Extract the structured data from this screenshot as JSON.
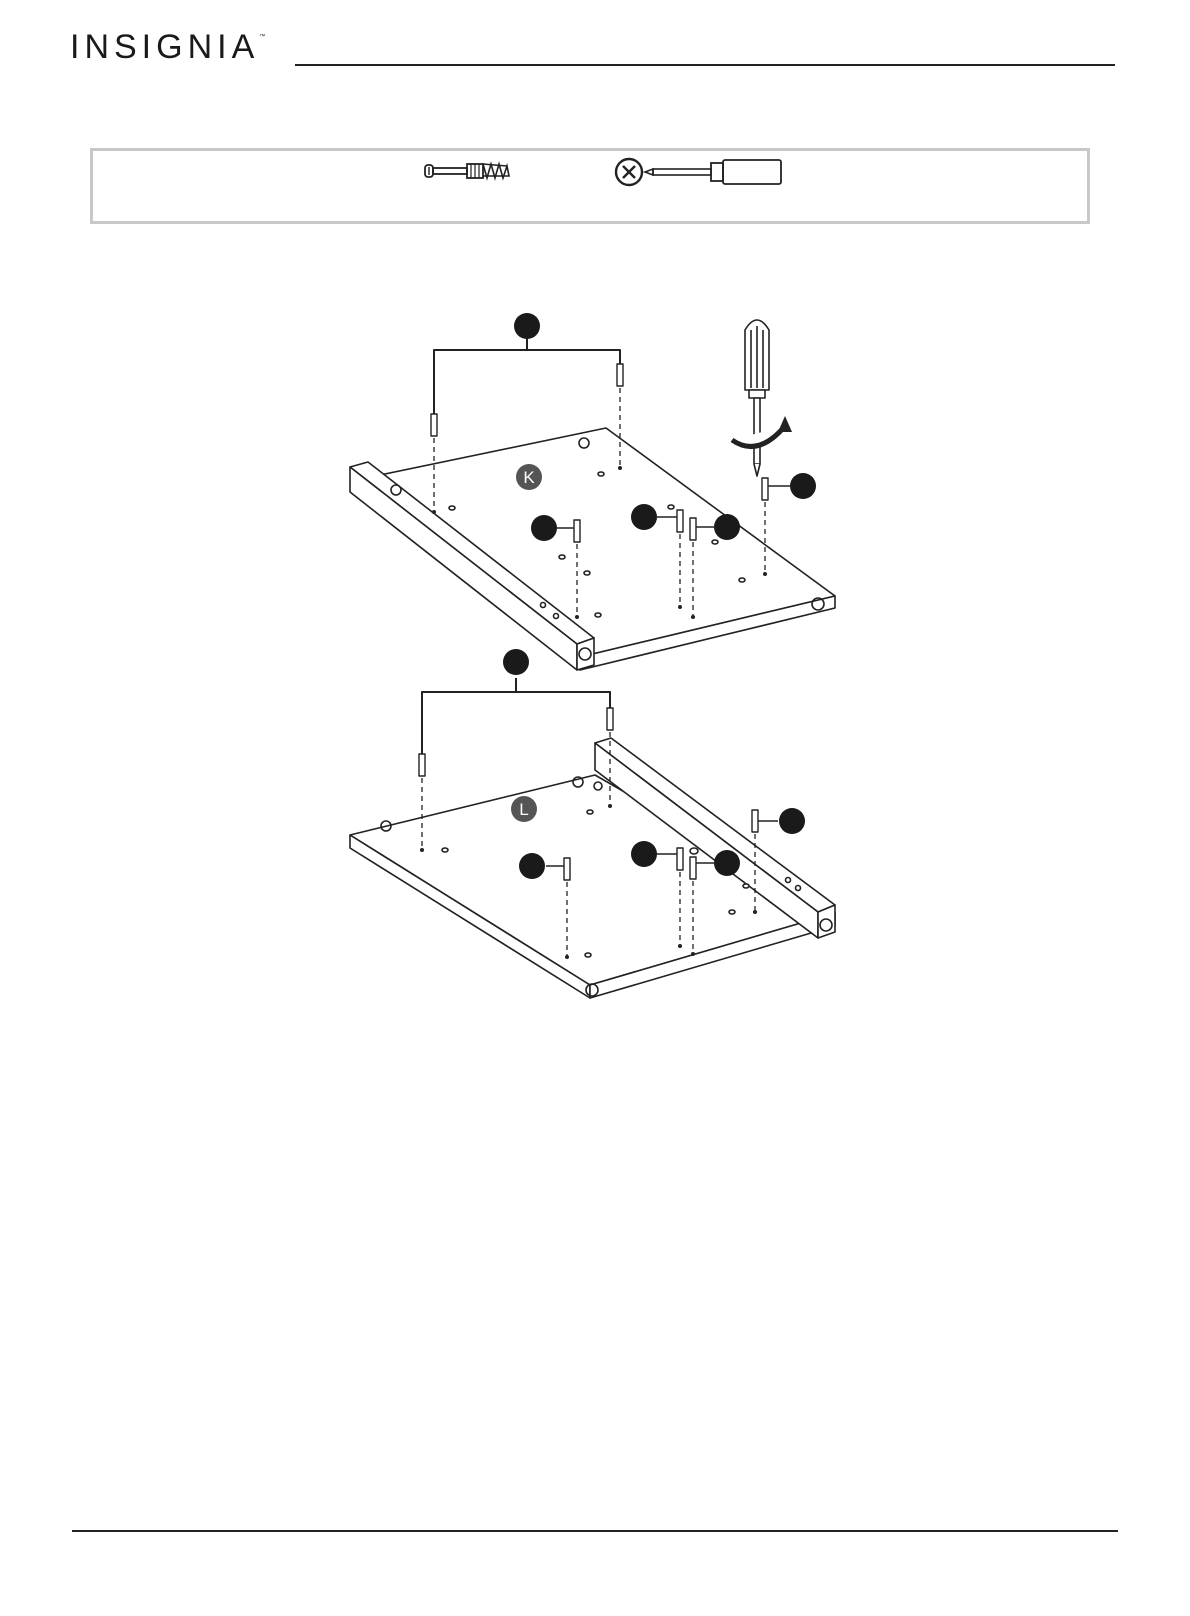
{
  "header": {
    "brand": "INSIGNIA",
    "trademark": "™"
  },
  "parts_box": {
    "items": [
      {
        "icon": "cam-bolt-icon"
      },
      {
        "icon": "phillips-screwdriver-icon"
      }
    ]
  },
  "diagram": {
    "panels": [
      {
        "label": "K"
      },
      {
        "label": "L"
      }
    ]
  }
}
